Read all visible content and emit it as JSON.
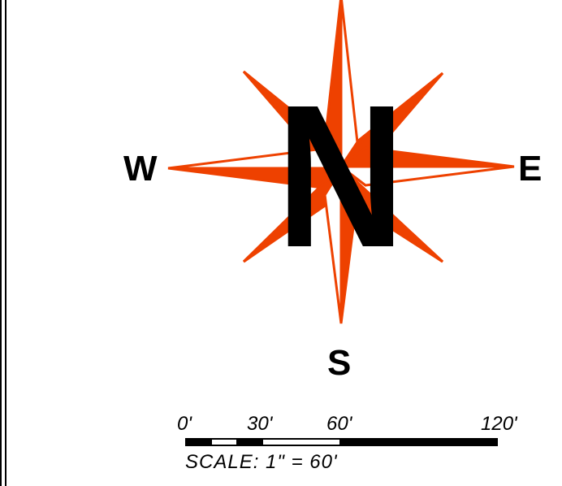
{
  "colors": {
    "accent": "#ee4100",
    "ink": "#000000",
    "background": "#ffffff"
  },
  "compass": {
    "north_label": "N",
    "west_label": "W",
    "east_label": "E",
    "south_label": "S"
  },
  "scale": {
    "ticks": [
      "0'",
      "30'",
      "60'",
      "120'"
    ],
    "caption": "SCALE:  1\"  =  60'"
  }
}
